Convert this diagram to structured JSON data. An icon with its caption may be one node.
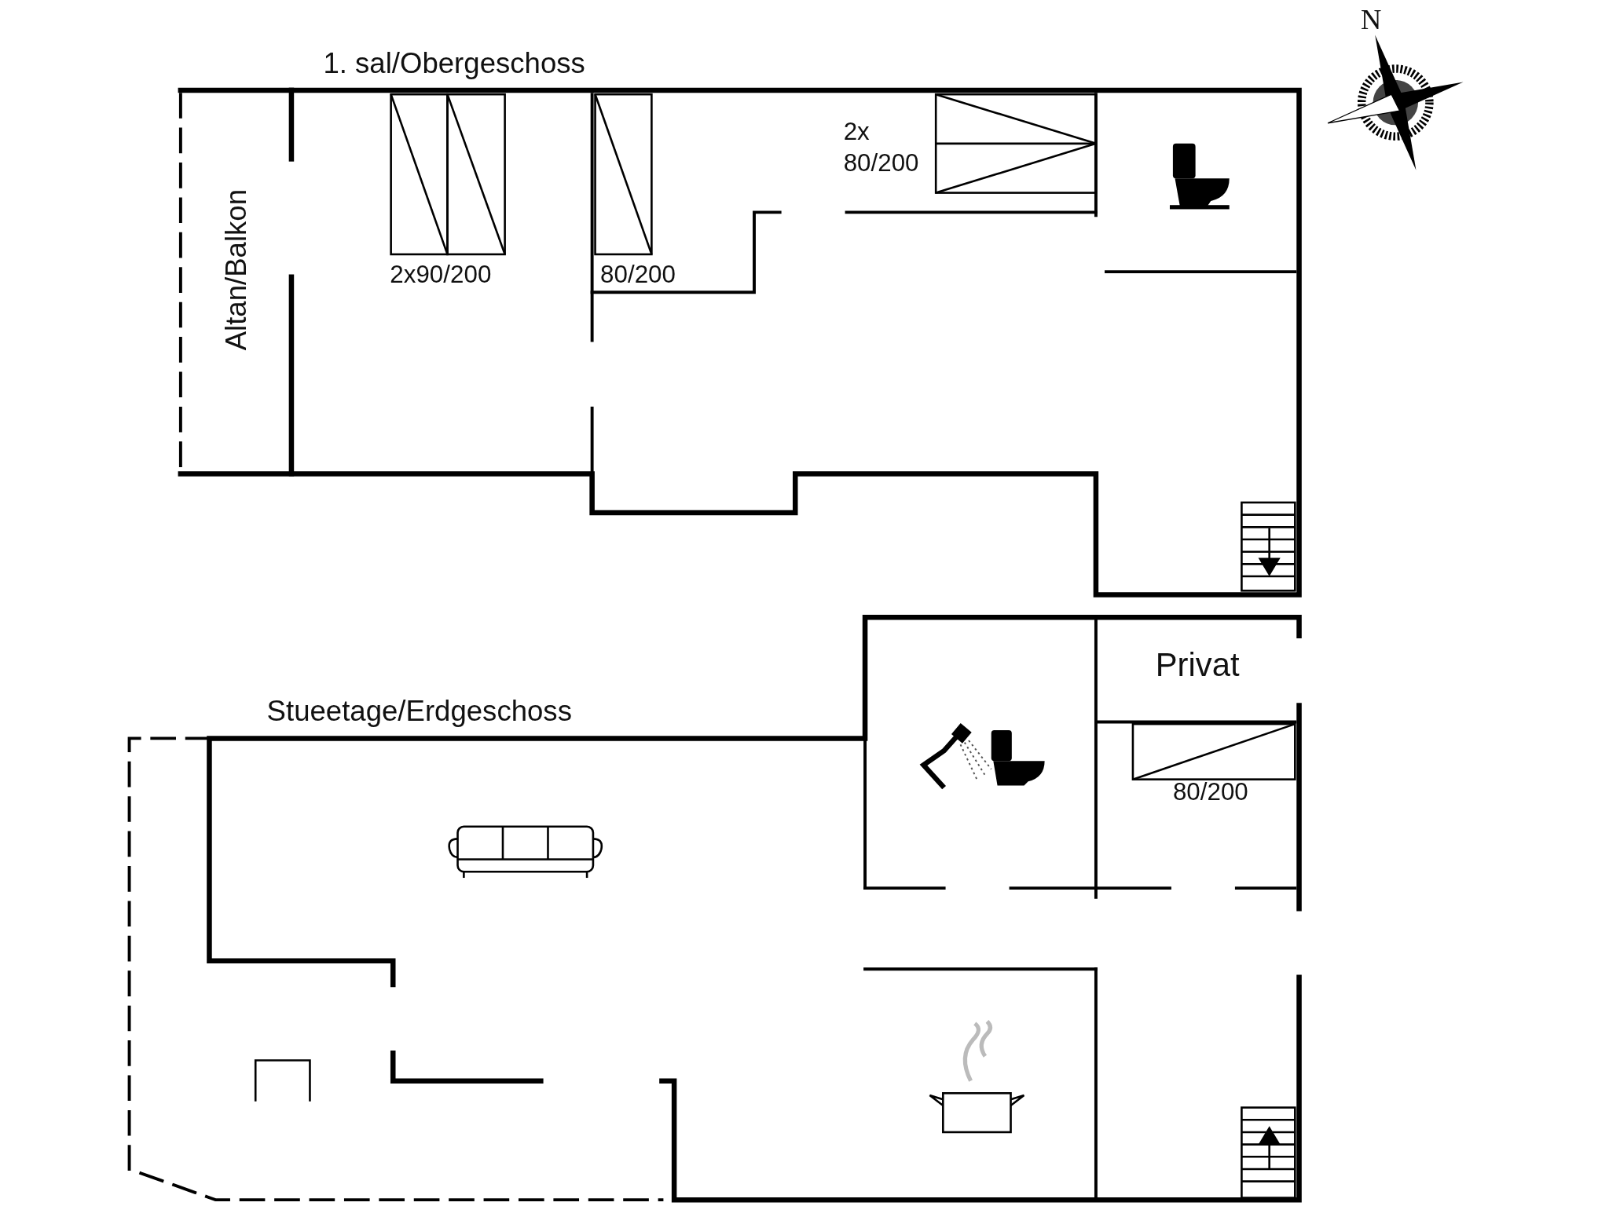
{
  "diagram": {
    "labels": [
      "N",
      "1. sal/Obergeschoss",
      "Altan/Balkon",
      "2x90/200",
      "80/200",
      "2x 80/200",
      "Privat",
      "Stueetage/Erdgeschoss",
      "80/200"
    ]
  }
}
